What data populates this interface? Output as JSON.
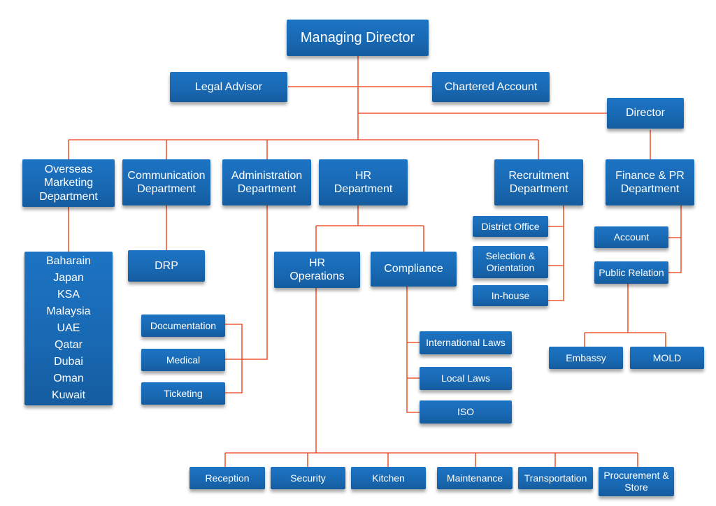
{
  "top": {
    "managing_director": "Managing Director",
    "legal_advisor": "Legal Advisor",
    "chartered_account": "Chartered Account",
    "director": "Director"
  },
  "departments": {
    "overseas": [
      "Overseas",
      "Marketing",
      "Department"
    ],
    "communication": [
      "Communication",
      "Department"
    ],
    "administration": [
      "Administration",
      "Department"
    ],
    "hr": [
      "HR",
      "Department"
    ],
    "recruitment": [
      "Recruitment",
      "Department"
    ],
    "finance": [
      "Finance & PR",
      "Department"
    ]
  },
  "overseas_countries": [
    "Baharain",
    "Japan",
    "KSA",
    "Malaysia",
    "UAE",
    "Qatar",
    "Dubai",
    "Oman",
    "Kuwait"
  ],
  "communication_units": {
    "drp": "DRP"
  },
  "administration_units": {
    "documentation": "Documentation",
    "medical": "Medical",
    "ticketing": "Ticketing"
  },
  "hr_units": {
    "hr_operations": [
      "HR",
      "Operations"
    ],
    "compliance": "Compliance"
  },
  "compliance_units": {
    "international_laws": "International Laws",
    "local_laws": "Local Laws",
    "iso": "ISO"
  },
  "recruitment_units": {
    "district_office": "District Office",
    "selection": [
      "Selection &",
      "Orientation"
    ],
    "inhouse": "In-house"
  },
  "finance_units": {
    "account": "Account",
    "public_relation": "Public Relation"
  },
  "pr_units": {
    "embassy": "Embassy",
    "mold": "MOLD"
  },
  "operations_units": {
    "reception": "Reception",
    "security": "Security",
    "kitchen": "Kitchen",
    "maintenance": "Maintenance",
    "transportation": "Transportation",
    "procurement": [
      "Procurement &",
      "Store"
    ]
  },
  "colors": {
    "box": "#1868b2",
    "connector": "#ef5a35",
    "text": "#ffffff"
  }
}
